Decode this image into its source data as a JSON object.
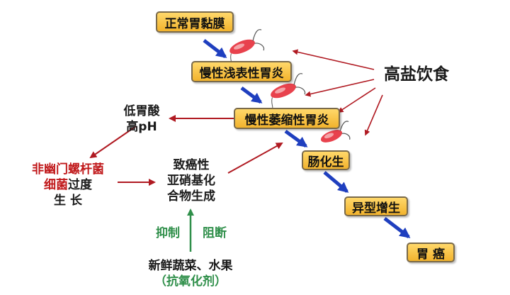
{
  "stages": {
    "normal": "正常胃黏膜",
    "chronic_superficial": "慢性浅表性胃炎",
    "chronic_atrophic": "慢性萎缩性胃炎",
    "intestinal_metaplasia": "肠化生",
    "dysplasia": "异型增生",
    "gastric_cancer": "胃  癌"
  },
  "risk": {
    "high_salt": "高盐饮食"
  },
  "acid": {
    "line1": "低胃酸",
    "line2": "高pH"
  },
  "bacteria": {
    "line1": "非幽门螺杆菌",
    "line2_red": "细菌",
    "line2_rest": "过度",
    "line3": "生  长"
  },
  "carcinogen": {
    "line1": "致癌性",
    "line2": "亚硝基化",
    "line3": "合物生成"
  },
  "inhibit": {
    "label1": "抑制",
    "label2": "阻断"
  },
  "fresh": {
    "line1": "新鲜蔬菜、水果",
    "line2": "（抗氧化剂）"
  },
  "colors": {
    "box_fill": "#f2b32d",
    "flow_arrow": "#1f3fbf",
    "cause_arrow": "#b01a22",
    "inhibit_arrow": "#2f8f4a",
    "red_text": "#c0181a"
  }
}
